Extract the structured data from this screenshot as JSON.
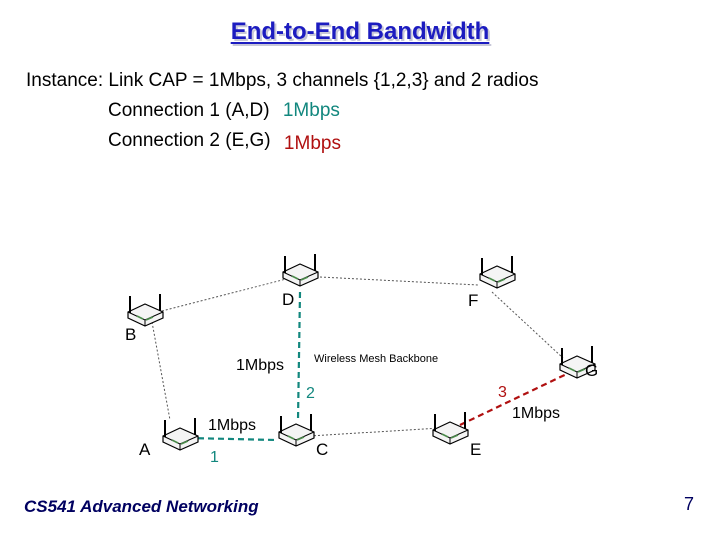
{
  "slide": {
    "title": "End-to-End Bandwidth",
    "instance_line": "Instance: Link CAP = 1Mbps, 3 channels {1,2,3}  and 2 radios",
    "conn1_label": "Connection 1 (A,D)",
    "conn1_value": "1Mbps",
    "conn2_label": "Connection 2 (E,G)",
    "conn2_value": "1Mbps"
  },
  "diagram": {
    "nodes": {
      "A": "A",
      "B": "B",
      "C": "C",
      "D": "D",
      "E": "E",
      "F": "F",
      "G": "G"
    },
    "backbone_label": "Wireless Mesh Backbone",
    "link_labels": {
      "a_c_rate": "1Mbps",
      "a_c_channel": "1",
      "c_d_rate": "1Mbps",
      "c_d_channel": "2",
      "e_g_channel": "3",
      "e_g_rate": "1Mbps"
    },
    "colors": {
      "conn1": "#12877e",
      "conn2": "#b01010",
      "backbone": "#555555"
    }
  },
  "footer": {
    "course": "CS541 Advanced Networking",
    "page": "7"
  }
}
